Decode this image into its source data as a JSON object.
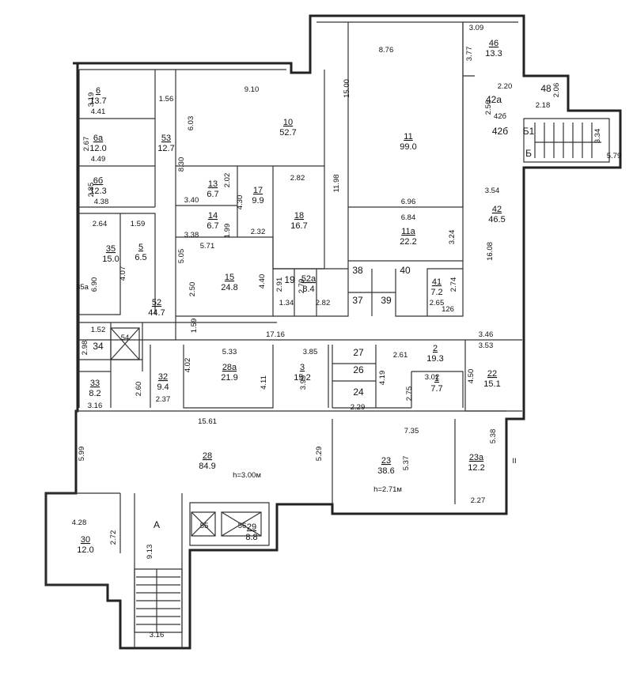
{
  "rooms": [
    {
      "num": "6",
      "area": "13.7"
    },
    {
      "num": "6а",
      "area": "12.0"
    },
    {
      "num": "6б",
      "area": "12.3"
    },
    {
      "num": "53",
      "area": "12.7"
    },
    {
      "num": "10",
      "area": "52.7"
    },
    {
      "num": "11",
      "area": "99.0"
    },
    {
      "num": "46",
      "area": "13.3"
    },
    {
      "num": "48",
      "area": ""
    },
    {
      "num": "42а",
      "area": ""
    },
    {
      "num": "42б",
      "area": ""
    },
    {
      "num": "Б1",
      "area": ""
    },
    {
      "num": "Б",
      "area": ""
    },
    {
      "num": "13",
      "area": "6.7"
    },
    {
      "num": "14",
      "area": "6.7"
    },
    {
      "num": "17",
      "area": "9.9"
    },
    {
      "num": "18",
      "area": "16.7"
    },
    {
      "num": "11а",
      "area": "22.2"
    },
    {
      "num": "42",
      "area": "46.5"
    },
    {
      "num": "35",
      "area": "15.0"
    },
    {
      "num": "5",
      "area": "6.5"
    },
    {
      "num": "15",
      "area": "24.8"
    },
    {
      "num": "52",
      "area": "44.7"
    },
    {
      "num": "19",
      "area": ""
    },
    {
      "num": "52а",
      "area": "8.4"
    },
    {
      "num": "38",
      "area": ""
    },
    {
      "num": "40",
      "area": ""
    },
    {
      "num": "37",
      "area": ""
    },
    {
      "num": "39",
      "area": ""
    },
    {
      "num": "41",
      "area": "7.2"
    },
    {
      "num": "34",
      "area": ""
    },
    {
      "num": "33",
      "area": "8.2"
    },
    {
      "num": "32",
      "area": "9.4"
    },
    {
      "num": "28а",
      "area": "21.9"
    },
    {
      "num": "3",
      "area": "15.2"
    },
    {
      "num": "27",
      "area": ""
    },
    {
      "num": "26",
      "area": ""
    },
    {
      "num": "24",
      "area": ""
    },
    {
      "num": "2",
      "area": "19.3"
    },
    {
      "num": "1",
      "area": "7.7"
    },
    {
      "num": "22",
      "area": "15.1"
    },
    {
      "num": "28",
      "area": "84.9"
    },
    {
      "num": "23",
      "area": "38.6"
    },
    {
      "num": "23а",
      "area": "12.2"
    },
    {
      "num": "30",
      "area": "12.0"
    },
    {
      "num": "29",
      "area": "8.8"
    },
    {
      "num": "A",
      "area": ""
    }
  ],
  "dimensions": [
    "3.19",
    "4.41",
    "1.56",
    "6.03",
    "9.10",
    "8.76",
    "3.09",
    "3.77",
    "15.00",
    "2.20",
    "2.06",
    "2.56",
    "2.18",
    "3.34",
    "5.79",
    "2.67",
    "4.49",
    "8.30",
    "2.85",
    "4.38",
    "3.40",
    "2.02",
    "4.30",
    "2.82",
    "11.98",
    "6.96",
    "3.54",
    "2.64",
    "1.59",
    "5.05",
    "3.38",
    "1.99",
    "2.32",
    "6.84",
    "3.24",
    "16.08",
    "5.71",
    "4.07",
    "6.90",
    "2.50",
    "4.40",
    "2.91",
    "2.79",
    "1.34",
    "2.82",
    "2.74",
    "2.65",
    "1.52",
    "2.98",
    "1.59",
    "17.16",
    "3.46",
    "3.53",
    "5.33",
    "3.85",
    "2.61",
    "4.02",
    "4.11",
    "3.99",
    "4.19",
    "3.02",
    "4.50",
    "2.60",
    "2.37",
    "3.16",
    "2.29",
    "2.75",
    "15.61",
    "7.35",
    "5.99",
    "5.29",
    "5.37",
    "5.38",
    "4.28",
    "2.72",
    "9.13",
    "2.27",
    "3.16"
  ],
  "heights": [
    "h=3.00м",
    "h=2.71м"
  ],
  "marks": [
    "II",
    "35а",
    "54",
    "55",
    "56",
    "126",
    "42б"
  ]
}
